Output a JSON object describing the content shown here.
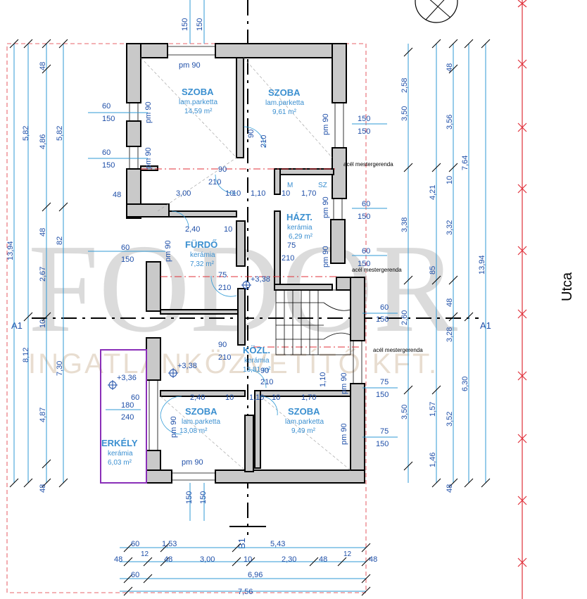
{
  "plan": {
    "axis_a": "A1",
    "axis_b": "B1",
    "street": "Utca",
    "beam_note": "acél mestergerenda",
    "watermark_brand": "FODOR",
    "watermark_sub": "INGATLANKÖZVETÍTŐ KFT.",
    "colors": {
      "dimension": "#2f9ad6",
      "room_label": "#3a8fd0",
      "balcony": "#8a2fb8",
      "red_line": "#e0303a",
      "wall": "#c9c9c9"
    },
    "rooms": [
      {
        "name": "SZOBA",
        "floor": "lam.parketta",
        "area": "14,59 m²"
      },
      {
        "name": "SZOBA",
        "floor": "lam.parketta",
        "area": "9,61 m²"
      },
      {
        "name": "FÜRDŐ",
        "floor": "kerámia",
        "area": "7,32 m²"
      },
      {
        "name": "HÁZT.",
        "floor": "kerámia",
        "area": "6,29 m²"
      },
      {
        "name": "KÖZL.",
        "floor": "kerámia",
        "area": "13,81 m²"
      },
      {
        "name": "SZOBA",
        "floor": "lam.parketta",
        "area": "13,08 m²"
      },
      {
        "name": "SZOBA",
        "floor": "lam.parketta",
        "area": "9,49 m²"
      },
      {
        "name": "ERKÉLY",
        "floor": "kerámia",
        "area": "6,03 m²"
      }
    ],
    "levels": [
      "+3,38",
      "+3,38",
      "+3,36"
    ],
    "dims_left_outer": [
      "13,94",
      "8,12"
    ],
    "dims_left_mid": [
      "5,82",
      "48",
      "2,67",
      "10",
      "4,87",
      "48"
    ],
    "dims_left_inner": [
      "48",
      "4,86",
      "48"
    ],
    "dims_left_inner2": [
      "5,82",
      "82",
      "7,30"
    ],
    "dims_right_inner": [
      "2,58",
      "3,50",
      "3,38",
      "2,60",
      "3,50"
    ],
    "dims_right_mid": [
      "48",
      "3,56",
      "10",
      "3,32",
      "48",
      "3,28",
      "3,52",
      "48"
    ],
    "dims_right_mid2": [
      "4,21",
      "85",
      "1,57",
      "1,46"
    ],
    "dims_right_outer": [
      "7,64",
      "13,94",
      "6,30"
    ],
    "dims_bottom_1": [
      "60",
      "1,53",
      "5,43"
    ],
    "dims_bottom_2": [
      "48",
      "12",
      "48",
      "3,00",
      "10",
      "2,30",
      "48",
      "12",
      "48"
    ],
    "dims_bottom_3": [
      "60",
      "6,96"
    ],
    "dims_bottom_4": [
      "7,56"
    ],
    "dims_top": [
      "150",
      "150"
    ],
    "dims_bottom_top": [
      "150",
      "150"
    ],
    "openings": [
      "60",
      "150",
      "60",
      "150",
      "48",
      "60",
      "150",
      "60",
      "180",
      "240",
      "150",
      "150",
      "60",
      "150",
      "60",
      "150",
      "60",
      "150",
      "75",
      "150",
      "75",
      "150"
    ],
    "inner_dims": [
      "90",
      "210",
      "10",
      "3,00",
      "10",
      "1,10",
      "10",
      "1,70",
      "2,40",
      "10",
      "75",
      "210",
      "75",
      "210",
      "90",
      "210",
      "90",
      "210",
      "2,40",
      "10",
      "1,10",
      "10",
      "1,70",
      "1,10",
      "90",
      "210"
    ],
    "pm": [
      "pm 90",
      "pm 90",
      "pm 90",
      "pm 90",
      "pm 90",
      "pm 90",
      "pm 90",
      "pm 90",
      "pm 90",
      "pm 90",
      "pm 90"
    ],
    "stair_marker": "M",
    "stair_marker2": "SZ"
  }
}
